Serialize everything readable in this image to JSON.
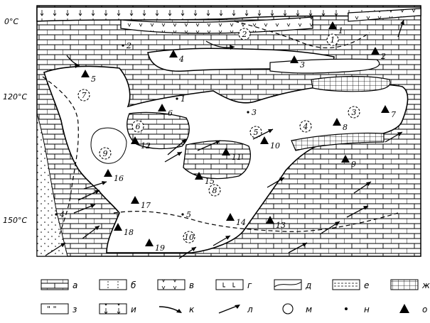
{
  "temperature_labels": [
    "0°C",
    "120°C",
    "150°C"
  ],
  "triangle_numbers": [
    "1",
    "2",
    "3",
    "4",
    "5",
    "6",
    "7",
    "8",
    "9",
    "10",
    "11",
    "12",
    "13",
    "14",
    "15",
    "16",
    "17",
    "18",
    "19"
  ],
  "circle_numbers": [
    "1",
    "2",
    "3",
    "4",
    "5",
    "6",
    "7",
    "8",
    "9",
    "10"
  ],
  "dot_numbers": [
    "1",
    "2",
    "3",
    "4",
    "5"
  ],
  "legend_row1": [
    "а",
    "б",
    "в",
    "г",
    "д",
    "е",
    "ж"
  ],
  "legend_row2": [
    "з",
    "и",
    "к",
    "л",
    "м",
    "н",
    "о"
  ],
  "legend_icons": {
    "а": "limestone-brick-icon",
    "б": "dolomite-icon",
    "в": "volcanic-v-icon",
    "г": "hook-pattern-icon",
    "д": "fault-band-icon",
    "е": "dashed-layers-icon",
    "ж": "dotted-grid-icon",
    "з": "quote-marks-icon",
    "и": "down-arrows-icon",
    "к": "curved-arrow-icon",
    "л": "straight-arrow-icon",
    "м": "circle-icon",
    "н": "dot-icon",
    "о": "triangle-icon"
  }
}
